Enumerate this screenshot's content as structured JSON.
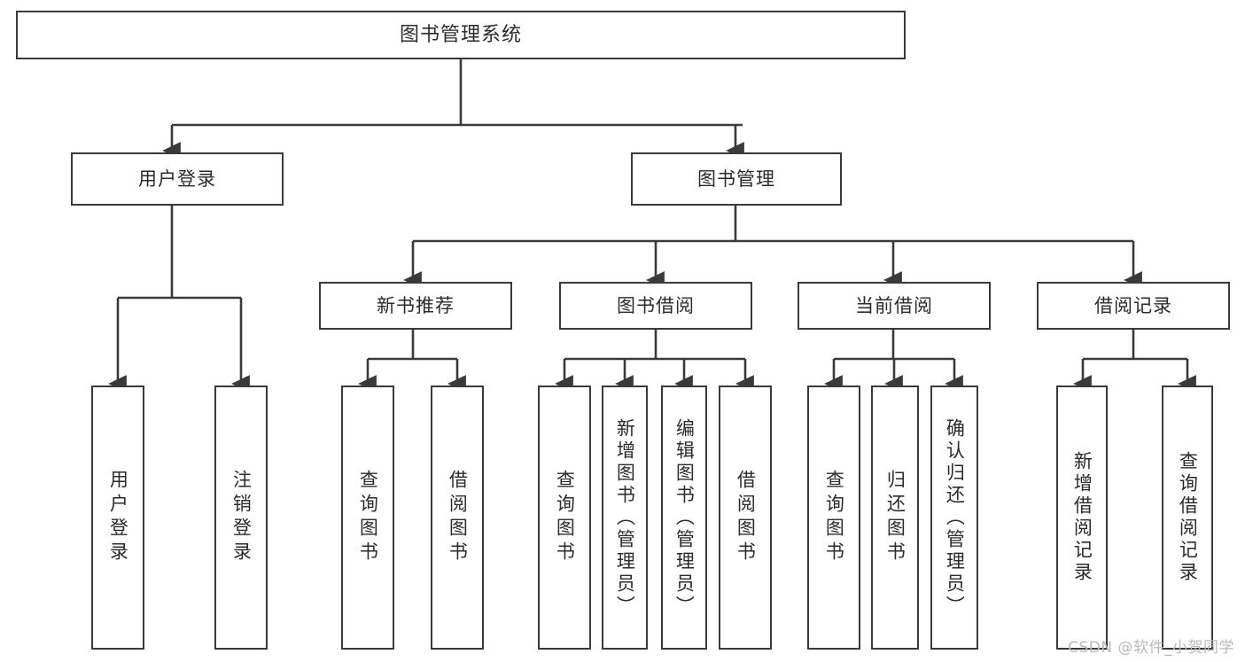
{
  "diagram": {
    "title": "图书管理系统",
    "type": "tree-hierarchy",
    "root": {
      "id": "root",
      "label": "图书管理系统"
    },
    "level2": [
      {
        "id": "user-login",
        "label": "用户登录"
      },
      {
        "id": "book-manage",
        "label": "图书管理"
      }
    ],
    "level3": [
      {
        "id": "new-book-rec",
        "label": "新书推荐",
        "parent": "book-manage"
      },
      {
        "id": "book-borrow",
        "label": "图书借阅",
        "parent": "book-manage"
      },
      {
        "id": "current-borrow",
        "label": "当前借阅",
        "parent": "book-manage"
      },
      {
        "id": "borrow-record",
        "label": "借阅记录",
        "parent": "book-manage"
      }
    ],
    "leaves": [
      {
        "id": "leaf-user-login",
        "label": "用户登录",
        "parent": "user-login"
      },
      {
        "id": "leaf-logout-login",
        "label": "注销登录",
        "parent": "user-login"
      },
      {
        "id": "leaf-query-book-1",
        "label": "查询图书",
        "parent": "new-book-rec"
      },
      {
        "id": "leaf-borrow-book-1",
        "label": "借阅图书",
        "parent": "new-book-rec"
      },
      {
        "id": "leaf-query-book-2",
        "label": "查询图书",
        "parent": "book-borrow"
      },
      {
        "id": "leaf-add-book",
        "label": "新增图书（管理员）",
        "parent": "book-borrow"
      },
      {
        "id": "leaf-edit-book",
        "label": "编辑图书（管理员）",
        "parent": "book-borrow"
      },
      {
        "id": "leaf-borrow-book-2",
        "label": "借阅图书",
        "parent": "book-borrow"
      },
      {
        "id": "leaf-query-book-3",
        "label": "查询图书",
        "parent": "current-borrow"
      },
      {
        "id": "leaf-return-book",
        "label": "归还图书",
        "parent": "current-borrow"
      },
      {
        "id": "leaf-confirm-return",
        "label": "确认归还（管理员）",
        "parent": "current-borrow"
      },
      {
        "id": "leaf-add-record",
        "label": "新增借阅记录",
        "parent": "borrow-record"
      },
      {
        "id": "leaf-query-record",
        "label": "查询借阅记录",
        "parent": "borrow-record"
      }
    ],
    "colors": {
      "box_border": "#3a3a3a",
      "box_fill": "#ffffff",
      "edge": "#3a3a3a",
      "text": "#2b2b2b",
      "background": "#ffffff",
      "watermark": "#b9b9b9"
    }
  },
  "watermark": {
    "text": "CSDN @软件_小贺同学"
  }
}
